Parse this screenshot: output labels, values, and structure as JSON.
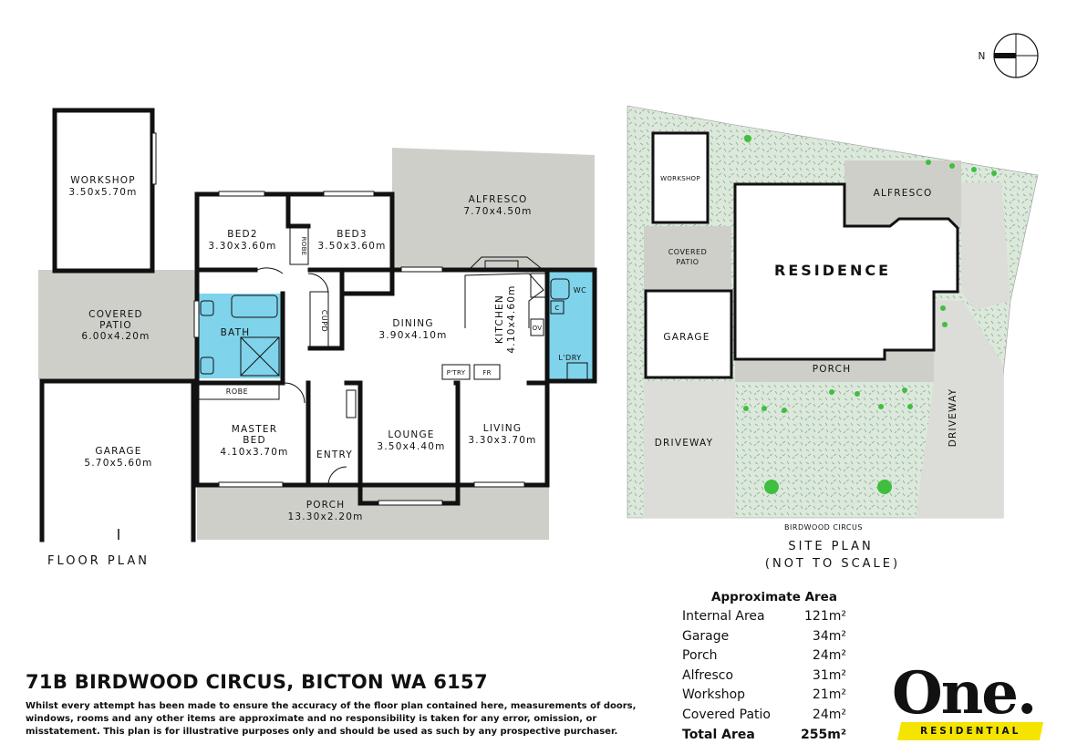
{
  "compass": {
    "letter": "N"
  },
  "floor_plan": {
    "caption": "FLOOR PLAN",
    "rooms": [
      {
        "name": "WORKSHOP",
        "dims": "3.50x5.70m"
      },
      {
        "name": "COVERED PATIO",
        "dims": "6.00x4.20m"
      },
      {
        "name": "GARAGE",
        "dims": "5.70x5.60m"
      },
      {
        "name": "BED2",
        "dims": "3.30x3.60m"
      },
      {
        "name": "BED3",
        "dims": "3.50x3.60m"
      },
      {
        "name": "ALFRESCO",
        "dims": "7.70x4.50m"
      },
      {
        "name": "DINING",
        "dims": "3.90x4.10m"
      },
      {
        "name": "KITCHEN",
        "dims": "4.10x4.60m"
      },
      {
        "name": "LOUNGE",
        "dims": "3.50x4.40m"
      },
      {
        "name": "LIVING",
        "dims": "3.30x3.70m"
      },
      {
        "name": "MASTER BED",
        "dims": "4.10x3.70m"
      },
      {
        "name": "PORCH",
        "dims": "13.30x2.20m"
      }
    ],
    "small_labels": {
      "robe_vertical": "ROBE",
      "robe_horizontal": "ROBE",
      "cupd": "CUPD",
      "bath": "BATH",
      "entry": "ENTRY",
      "pantry": "P'TRY",
      "fridge": "FR",
      "wc": "WC",
      "laundry": "L'DRY",
      "c": "C",
      "ov": "OV"
    }
  },
  "site_plan": {
    "labels": {
      "workshop": "WORKSHOP",
      "covered_patio": "COVERED PATIO",
      "garage": "GARAGE",
      "residence": "RESIDENCE",
      "alfresco": "ALFRESCO",
      "porch": "PORCH",
      "driveway_left": "DRIVEWAY",
      "driveway_right": "DRIVEWAY",
      "street": "BIRDWOOD CIRCUS"
    },
    "caption_line1": "SITE PLAN",
    "caption_line2": "(NOT TO SCALE)"
  },
  "address": "71B BIRDWOOD CIRCUS, BICTON WA 6157",
  "disclaimer": "Whilst every attempt has been made to ensure the accuracy of the floor plan contained here, measurements of doors, windows, rooms and any other items are approximate and no responsibility is taken for any error, omission, or misstatement. This plan is for illustrative purposes only and should be used as such by any prospective purchaser.",
  "areas": {
    "heading": "Approximate Area",
    "rows": [
      {
        "label": "Internal Area",
        "value": "121m²"
      },
      {
        "label": "Garage",
        "value": "34m²"
      },
      {
        "label": "Porch",
        "value": "24m²"
      },
      {
        "label": "Alfresco",
        "value": "31m²"
      },
      {
        "label": "Workshop",
        "value": "21m²"
      },
      {
        "label": "Covered Patio",
        "value": "24m²"
      }
    ],
    "total": {
      "label": "Total Area",
      "value": "255m²"
    }
  },
  "logo": {
    "word": "One.",
    "tagline": "RESIDENTIAL"
  },
  "colors": {
    "exterior": "#cfcfca",
    "wet_area": "#7fd3ea",
    "garden": "#dde8dd",
    "tree": "#3fbf3f",
    "logo_bar": "#f5e400"
  }
}
